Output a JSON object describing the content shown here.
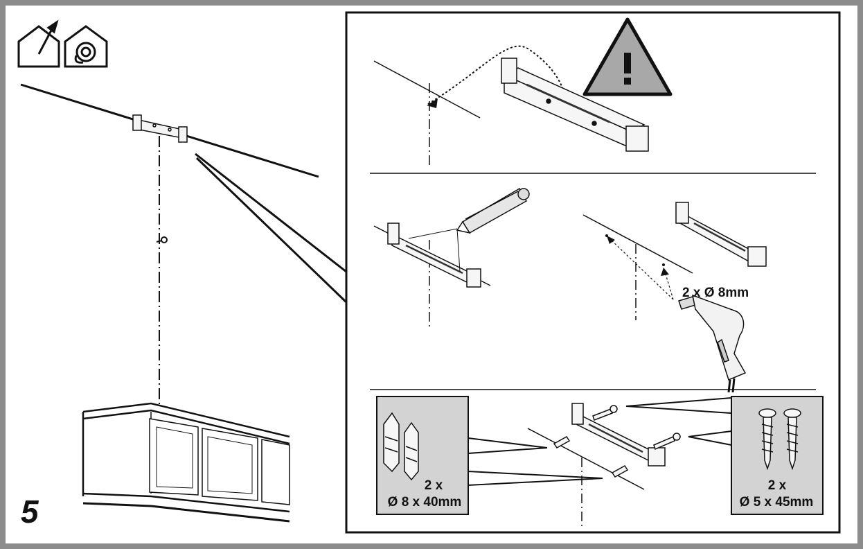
{
  "step": {
    "number": "5"
  },
  "header_icons": [
    "outside-venting-icon",
    "recirculation-icon"
  ],
  "panels": {
    "top": {
      "warning_icon": "warning-triangle-icon",
      "warning_symbol": "!"
    },
    "middle": {
      "drill_label": "2 x Ø 8mm"
    },
    "bottom": {
      "anchors": {
        "count": "2 x",
        "size": "Ø 8 x 40mm"
      },
      "screws": {
        "count": "2 x",
        "size": "Ø 5 x 45mm"
      }
    }
  },
  "colors": {
    "frame": "#8c8c8c",
    "detail_box": "#d3d3d3",
    "warning_fill": "#a8a8a8",
    "ink": "#111111"
  }
}
